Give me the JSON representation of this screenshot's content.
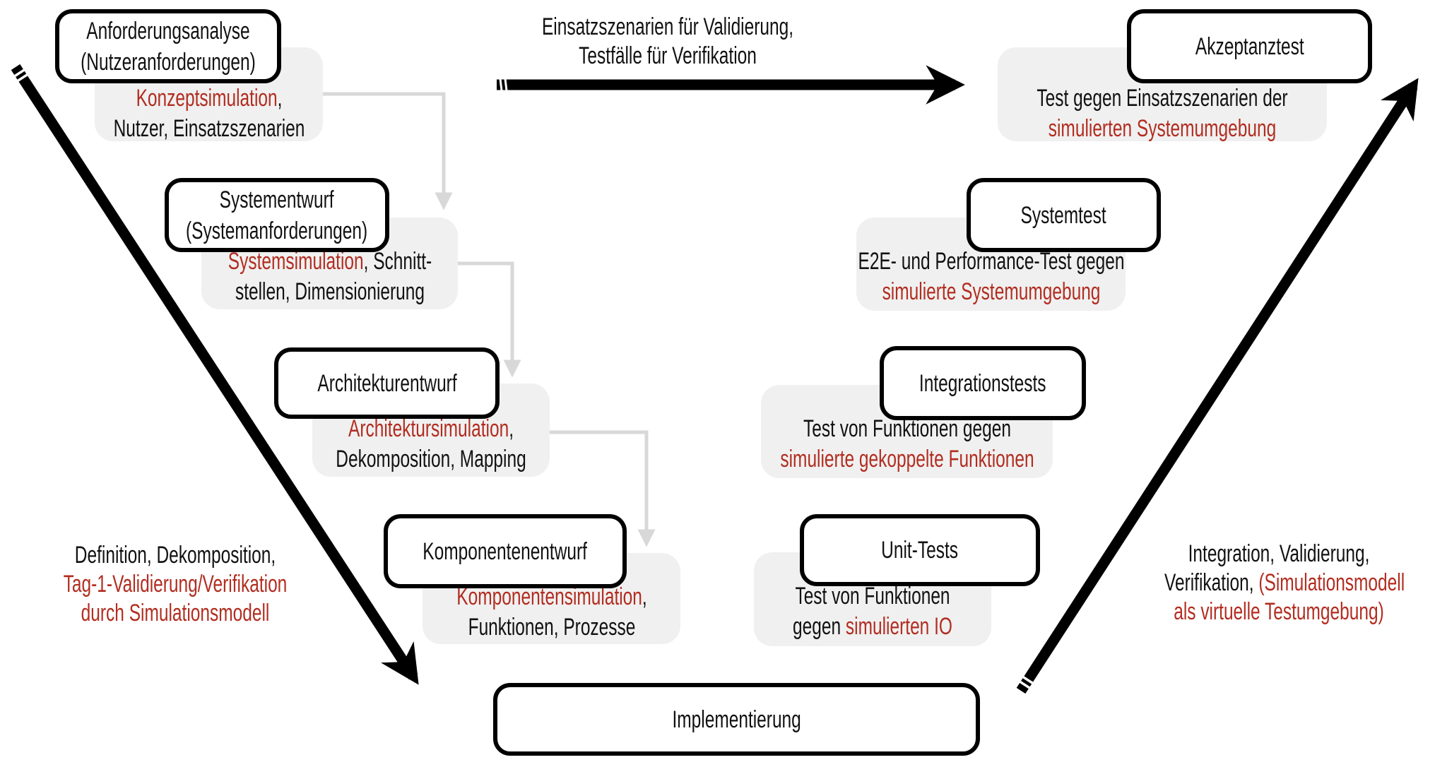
{
  "colors": {
    "red": "#B22D20",
    "gray_block": "#F0F0F0",
    "connector": "#D8D8D8",
    "arrow": "#000000"
  },
  "top_flow": {
    "line1": "Einsatzszenarien für Validierung,",
    "line2": "Testfälle für Verifikation"
  },
  "left_note": {
    "line1": "Definition, Dekomposition,",
    "line2_red": "Tag-1-Validierung/Verifikation",
    "line3_red": "durch Simulationsmodell"
  },
  "right_note": {
    "line1": "Integration, Validierung,",
    "line2_black": "Verifikation, ",
    "line2_red": "(Simulationsmodell",
    "line3_red": "als virtuelle Testumgebung)"
  },
  "left_stages": {
    "anforderungsanalyse": {
      "title_line1": "Anforderungsanalyse",
      "title_line2": "(Nutzeranforderungen)",
      "note_red": "Konzeptsimulation",
      "note_black": ",",
      "note_line2": "Nutzer, Einsatzszenarien"
    },
    "systementwurf": {
      "title_line1": "Systementwurf",
      "title_line2": "(Systemanforderungen)",
      "note_red": "Systemsimulation",
      "note_black": ", Schnitt-",
      "note_line2": "stellen, Dimensionierung"
    },
    "architekturentwurf": {
      "title": "Architekturentwurf",
      "note_red": "Architektursimulation",
      "note_black": ",",
      "note_line2": "Dekomposition, Mapping"
    },
    "komponentenentwurf": {
      "title": "Komponentenentwurf",
      "note_red": "Komponentensimulation",
      "note_black": ",",
      "note_line2": "Funktionen, Prozesse"
    }
  },
  "right_stages": {
    "akzeptanztest": {
      "title": "Akzeptanztest",
      "note_line1": "Test gegen Einsatzszenarien der",
      "note_line2_red": "simulierten Systemumgebung"
    },
    "systemtest": {
      "title": "Systemtest",
      "note_line1": "E2E- und Performance-Test gegen",
      "note_line2_red": "simulierte Systemumgebung"
    },
    "integrationstests": {
      "title": "Integrationstests",
      "note_line1": "Test von Funktionen gegen",
      "note_line2_red": "simulierte gekoppelte Funktionen"
    },
    "unit_tests": {
      "title": "Unit-Tests",
      "note_line1": "Test von Funktionen",
      "note_line2_black": "gegen ",
      "note_line2_red": "simulierten IO"
    }
  },
  "bottom_stage": {
    "title": "Implementierung"
  }
}
